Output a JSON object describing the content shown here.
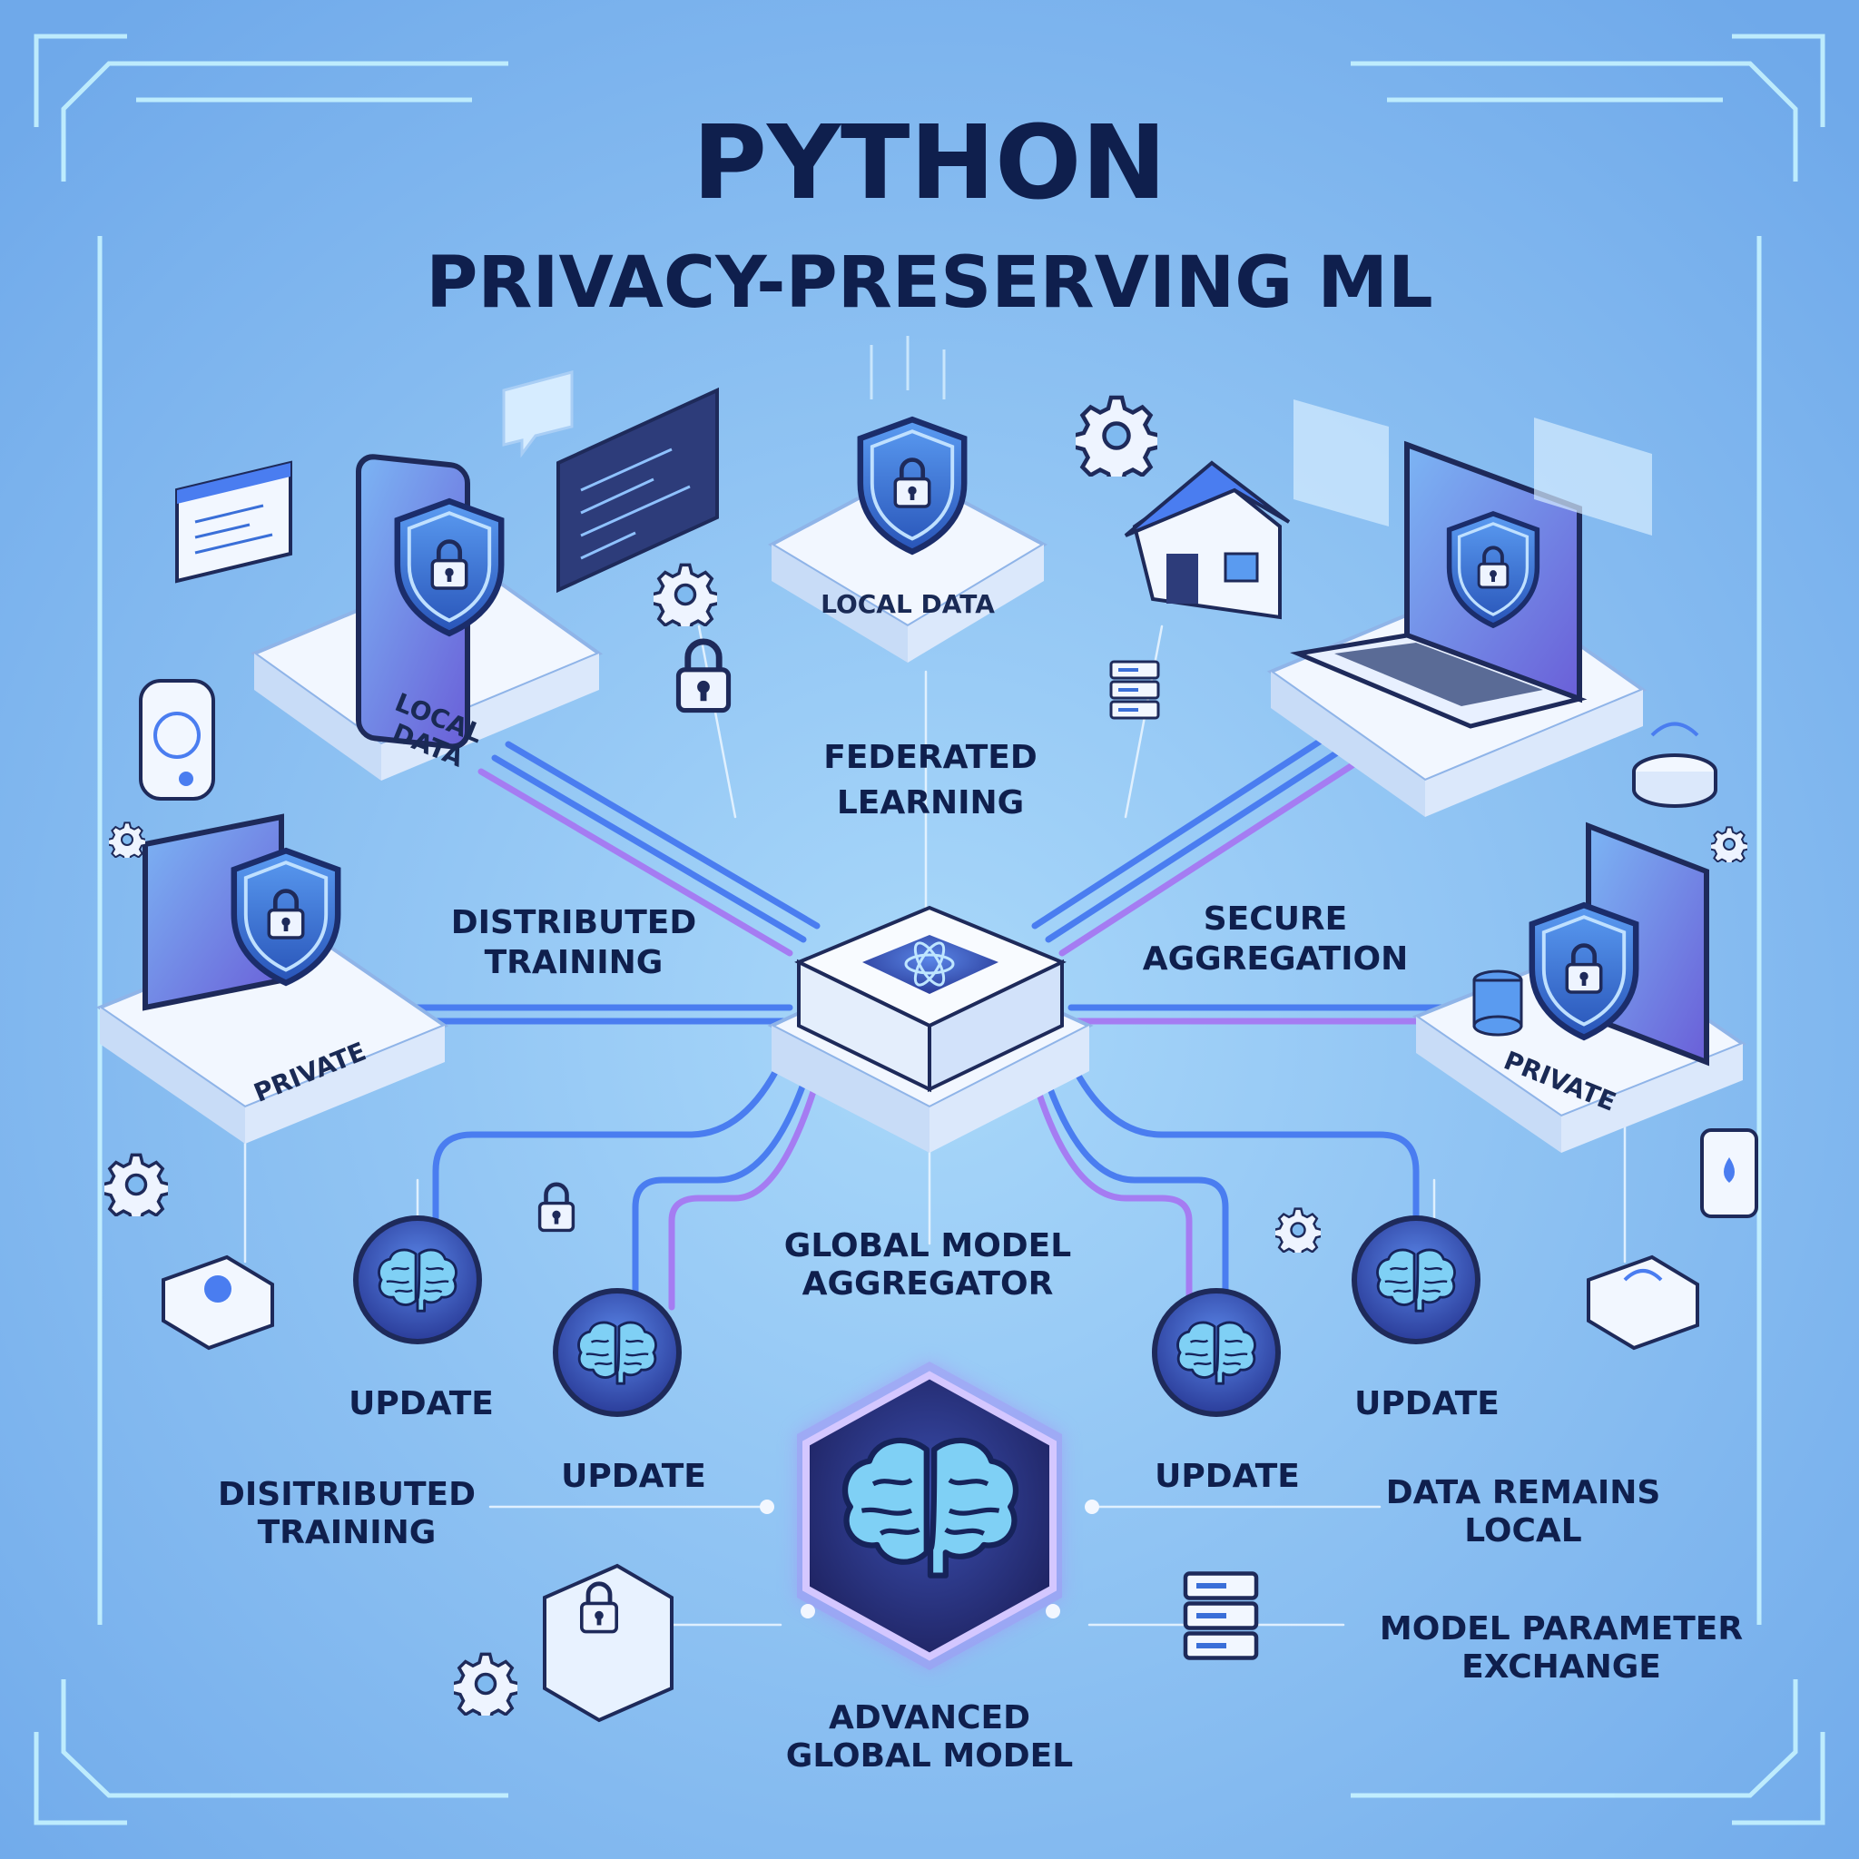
{
  "title": {
    "line1": "PYTHON",
    "line2": "PRIVACY-PRESERVING ML"
  },
  "nodes": {
    "top_left_platform": "LOCAL\nDATA",
    "top_center_platform": "LOCAL DATA",
    "mid_left_platform": "PRIVATE",
    "mid_right_platform": "PRIVATE"
  },
  "labels": {
    "federated_learning": [
      "FEDERATED",
      "LEARNING"
    ],
    "distributed_training_upper": [
      "DISTRIBUTED",
      "TRAINING"
    ],
    "secure_aggregation": [
      "SECURE",
      "AGGREGATION"
    ],
    "global_model_aggregator": [
      "GLOBAL MODEL",
      "AGGREGATOR"
    ],
    "update": "UPDATE",
    "distributed_training_lower": [
      "DISITRIBUTED",
      "TRAINING"
    ],
    "data_remains_local": [
      "DATA REMAINS",
      "LOCAL"
    ],
    "model_parameter_exchange": [
      "MODEL PARAMETER",
      "EXCHANGE"
    ],
    "advanced_global_model": [
      "ADVANCED",
      "GLOBAL MODEL"
    ]
  },
  "colors": {
    "background": "#7fbaf0",
    "frame": "#bff0ff",
    "title": "#0f1f4d",
    "link_blue": "#4a7df0",
    "link_purple": "#a57cf2",
    "platform": "#f2f7ff",
    "shield": "#3a6fd8",
    "core": "#2a2f7a"
  },
  "icons": [
    "lock-icon",
    "shield-icon",
    "brain-icon",
    "gear-icon",
    "server-icon",
    "house-icon",
    "laptop-icon",
    "smartphone-icon",
    "tablet-icon",
    "chat-bubble-icon",
    "code-window-icon",
    "atom-icon",
    "database-icon"
  ]
}
